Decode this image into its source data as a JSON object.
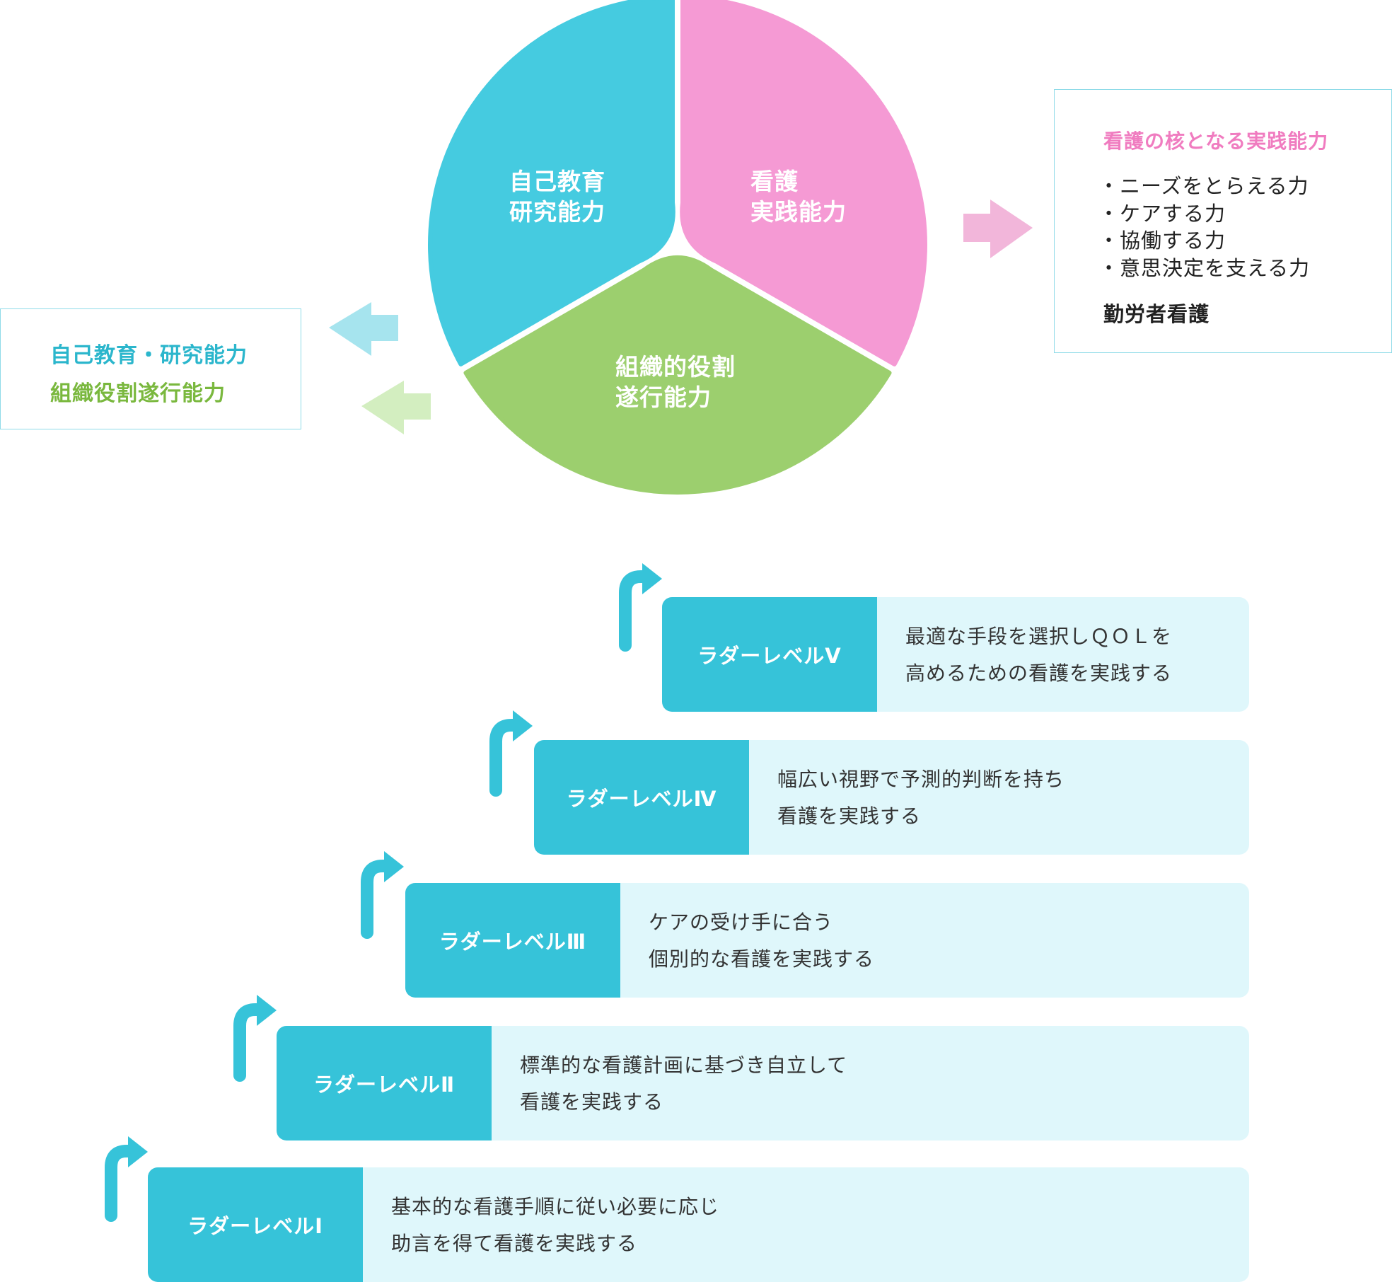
{
  "wheel": {
    "segments": [
      {
        "id": "self",
        "label_line1": "自己教育",
        "label_line2": "研究能力",
        "color": "#45cbe0"
      },
      {
        "id": "nursing",
        "label_line1": "看護",
        "label_line2": "実践能力",
        "color": "#f59ad4"
      },
      {
        "id": "org",
        "label_line1": "組織的役割",
        "label_line2": "遂行能力",
        "color": "#9ccf6e"
      }
    ]
  },
  "left_box": {
    "line1": "自己教育・研究能力",
    "line2": "組織役割遂行能力",
    "line1_color": "#2bb6cc",
    "line2_color": "#7ab83e",
    "arrow_blue": "#a6e4ee",
    "arrow_green": "#d3eec0"
  },
  "right_box": {
    "title": "看護の核となる実践能力",
    "title_color": "#f07cc0",
    "items": [
      "・ニーズをとらえる力",
      "・ケアする力",
      "・協働する力",
      "・意思決定を支える力"
    ],
    "footer": "勤労者看護",
    "arrow_color": "#f2b6da"
  },
  "ladder": {
    "head_color": "#36c3d9",
    "body_color": "#dff7fb",
    "levels": [
      {
        "name": "ラダーレベルⅤ",
        "line1": "最適な手段を選択しＱＯＬを",
        "line2": "高めるための看護を実践する"
      },
      {
        "name": "ラダーレベルⅣ",
        "line1": "幅広い視野で予測的判断を持ち",
        "line2": "看護を実践する"
      },
      {
        "name": "ラダーレベルⅢ",
        "line1": "ケアの受け手に合う",
        "line2": "個別的な看護を実践する"
      },
      {
        "name": "ラダーレベルⅡ",
        "line1": "標準的な看護計画に基づき自立して",
        "line2": "看護を実践する"
      },
      {
        "name": "ラダーレベルⅠ",
        "line1": "基本的な看護手順に従い必要に応じ",
        "line2": "助言を得て看護を実践する"
      }
    ]
  }
}
